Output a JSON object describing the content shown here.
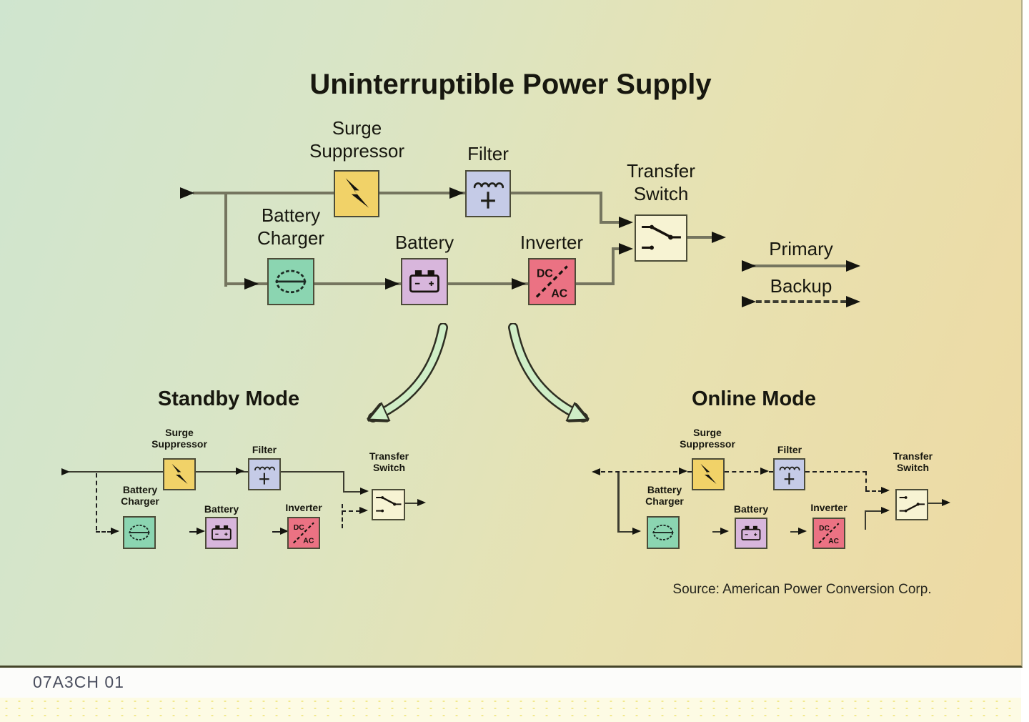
{
  "title": "Uninterruptible Power Supply",
  "legend": {
    "primary": "Primary",
    "backup": "Backup"
  },
  "components": {
    "surge_suppressor": "Surge\nSuppressor",
    "filter": "Filter",
    "battery_charger": "Battery\nCharger",
    "battery": "Battery",
    "inverter": "Inverter",
    "transfer_switch": "Transfer\nSwitch",
    "inverter_dc_label": "DC",
    "inverter_ac_label": "AC"
  },
  "modes": {
    "standby": {
      "title": "Standby Mode"
    },
    "online": {
      "title": "Online Mode"
    }
  },
  "source": "Source: American Power Conversion Corp.",
  "caption": "07A3CH 01",
  "colors": {
    "background_left": "#cfe5cf",
    "background_right": "#eed9a2",
    "surge_suppressor_box": "#f1d268",
    "filter_box": "#c5cbe7",
    "battery_charger_box": "#8bd5b1",
    "battery_box": "#d8b6dc",
    "inverter_box": "#eb7283",
    "transfer_switch_box": "#f7f3d3",
    "wire": "#75755f",
    "mode_arrow_fill": "#cfeec6"
  }
}
